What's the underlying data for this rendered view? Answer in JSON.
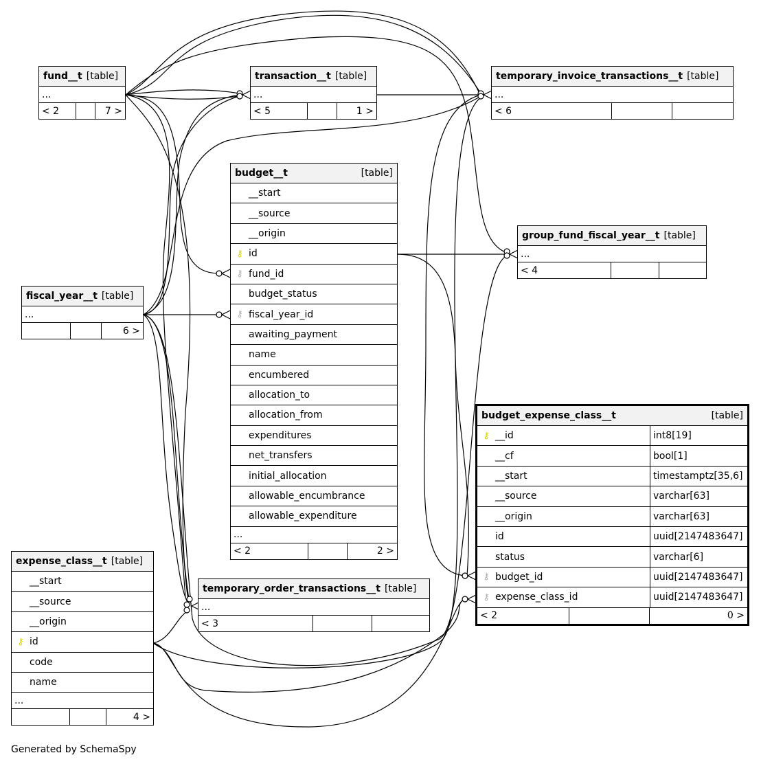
{
  "tables": {
    "fund_t": {
      "name": "fund__t",
      "type": "[table]",
      "ellipsis": "...",
      "footer": [
        "< 2",
        "",
        "7 >"
      ]
    },
    "transaction_t": {
      "name": "transaction__t",
      "type": "[table]",
      "ellipsis": "...",
      "footer": [
        "< 5",
        "",
        "1 >"
      ]
    },
    "temporary_invoice_transactions_t": {
      "name": "temporary_invoice_transactions__t",
      "type": "[table]",
      "ellipsis": "...",
      "footer": [
        "< 6",
        "",
        ""
      ]
    },
    "budget_t": {
      "name": "budget__t",
      "type": "[table]",
      "columns": [
        {
          "key": "",
          "name": "__start"
        },
        {
          "key": "",
          "name": "__source"
        },
        {
          "key": "",
          "name": "__origin"
        },
        {
          "key": "pk",
          "name": "id"
        },
        {
          "key": "fk",
          "name": "fund_id"
        },
        {
          "key": "",
          "name": "budget_status"
        },
        {
          "key": "fk",
          "name": "fiscal_year_id"
        },
        {
          "key": "",
          "name": "awaiting_payment"
        },
        {
          "key": "",
          "name": "name"
        },
        {
          "key": "",
          "name": "encumbered"
        },
        {
          "key": "",
          "name": "allocation_to"
        },
        {
          "key": "",
          "name": "allocation_from"
        },
        {
          "key": "",
          "name": "expenditures"
        },
        {
          "key": "",
          "name": "net_transfers"
        },
        {
          "key": "",
          "name": "initial_allocation"
        },
        {
          "key": "",
          "name": "allowable_encumbrance"
        },
        {
          "key": "",
          "name": "allowable_expenditure"
        }
      ],
      "ellipsis": "...",
      "footer": [
        "< 2",
        "",
        "2 >"
      ]
    },
    "group_fund_fiscal_year_t": {
      "name": "group_fund_fiscal_year__t",
      "type": "[table]",
      "ellipsis": "...",
      "footer": [
        "< 4",
        "",
        ""
      ]
    },
    "fiscal_year_t": {
      "name": "fiscal_year__t",
      "type": "[table]",
      "ellipsis": "...",
      "footer": [
        "",
        "",
        "6 >"
      ]
    },
    "budget_expense_class_t": {
      "name": "budget_expense_class__t",
      "type": "[table]",
      "columns": [
        {
          "key": "pk",
          "name": "__id",
          "ctype": "int8[19]"
        },
        {
          "key": "",
          "name": "__cf",
          "ctype": "bool[1]"
        },
        {
          "key": "",
          "name": "__start",
          "ctype": "timestamptz[35,6]"
        },
        {
          "key": "",
          "name": "__source",
          "ctype": "varchar[63]"
        },
        {
          "key": "",
          "name": "__origin",
          "ctype": "varchar[63]"
        },
        {
          "key": "",
          "name": "id",
          "ctype": "uuid[2147483647]"
        },
        {
          "key": "",
          "name": "status",
          "ctype": "varchar[6]"
        },
        {
          "key": "fk",
          "name": "budget_id",
          "ctype": "uuid[2147483647]"
        },
        {
          "key": "fk",
          "name": "expense_class_id",
          "ctype": "uuid[2147483647]"
        }
      ],
      "footer": [
        "< 2",
        "",
        "0 >"
      ]
    },
    "expense_class_t": {
      "name": "expense_class__t",
      "type": "[table]",
      "columns": [
        {
          "key": "",
          "name": "__start"
        },
        {
          "key": "",
          "name": "__source"
        },
        {
          "key": "",
          "name": "__origin"
        },
        {
          "key": "pk",
          "name": "id"
        },
        {
          "key": "",
          "name": "code"
        },
        {
          "key": "",
          "name": "name"
        }
      ],
      "ellipsis": "...",
      "footer": [
        "",
        "",
        "4 >"
      ]
    },
    "temporary_order_transactions_t": {
      "name": "temporary_order_transactions__t",
      "type": "[table]",
      "ellipsis": "...",
      "footer": [
        "< 3",
        "",
        ""
      ]
    }
  },
  "key_icon": "key-icon",
  "colors": {
    "primary_key": "#d6d000",
    "foreign_key": "#aaaaaa",
    "header_bg": "#f2f2f2"
  },
  "generated_by": "Generated by SchemaSpy"
}
